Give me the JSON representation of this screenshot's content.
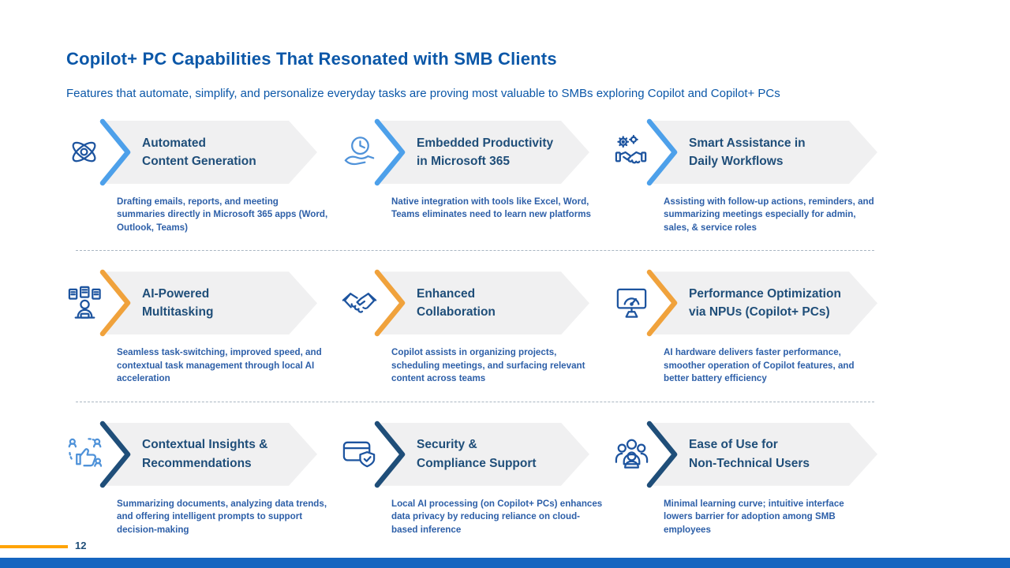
{
  "slide": {
    "title": "Copilot+ PC Capabilities That Resonated with SMB Clients",
    "subtitle": "Features that automate, simplify, and personalize everyday tasks are proving most valuable to SMBs exploring Copilot and Copilot+ PCs",
    "page_number": "12"
  },
  "theme": {
    "title_color": "#0b57a8",
    "card_title_color": "#1f4e79",
    "desc_color": "#2d5fa8",
    "banner_bg": "#f0f0f1",
    "chevron_blue": "#4da0ea",
    "chevron_orange": "#f0a23c",
    "chevron_navy": "#1f4e79",
    "icon_dark": "#1d549f",
    "icon_light": "#4f92d9",
    "footer_orange": "#ffa306",
    "footer_blue": "#1565c0",
    "page_num_color": "#1f4e79",
    "separator_color": "#a9b6c2"
  },
  "cards": [
    {
      "icon": "atom-icon",
      "title": "Automated Content Generation",
      "title_line1": "Automated",
      "title_line2": "Content Generation",
      "description": "Drafting emails, reports, and meeting summaries directly in Microsoft 365 apps (Word, Outlook, Teams)"
    },
    {
      "icon": "time-savings-hand-clock-icon",
      "title": "Embedded Productivity in Microsoft 365",
      "title_line1": "Embedded Productivity",
      "title_line2": "in Microsoft 365",
      "description": "Native integration with tools like Excel, Word, Teams eliminates need to learn new platforms"
    },
    {
      "icon": "gears-handshake-icon",
      "title": "Smart Assistance in Daily Workflows",
      "title_line1": "Smart Assistance in",
      "title_line2": "Daily Workflows",
      "description": "Assisting with follow-up actions, reminders, and summarizing meetings especially for admin, sales, & service roles"
    },
    {
      "icon": "person-multiscreen-icon",
      "title": "AI-Powered Multitasking",
      "title_line1": "AI-Powered",
      "title_line2": "Multitasking",
      "description": "Seamless task-switching, improved speed, and contextual task management through local AI acceleration"
    },
    {
      "icon": "handshake-icon",
      "title": "Enhanced Collaboration",
      "title_line1": "Enhanced",
      "title_line2": "Collaboration",
      "description": "Copilot assists in organizing projects, scheduling meetings, and surfacing relevant content across teams"
    },
    {
      "icon": "monitor-gauge-icon",
      "title": "Performance Optimization via NPUs (Copilot+ PCs)",
      "title_line1": "Performance Optimization",
      "title_line2": "via NPUs (Copilot+ PCs)",
      "description": "AI hardware delivers faster performance, smoother operation of Copilot features, and better battery efficiency"
    },
    {
      "icon": "thumbs-up-people-icon",
      "title": "Contextual Insights & Recommendations",
      "title_line1": "Contextual Insights &",
      "title_line2": "Recommendations",
      "description": "Summarizing documents, analyzing data trends, and offering intelligent prompts to support decision-making"
    },
    {
      "icon": "card-shield-check-icon",
      "title": "Security & Compliance Support",
      "title_line1": "Security &",
      "title_line2": "Compliance Support",
      "description": "Local AI processing (on Copilot+ PCs) enhances data privacy by reducing reliance on cloud-based inference"
    },
    {
      "icon": "user-group-icon",
      "title": "Ease of Use for Non-Technical Users",
      "title_line1": "Ease of Use for",
      "title_line2": "Non-Technical Users",
      "description": "Minimal learning curve; intuitive interface lowers barrier for adoption among SMB employees"
    }
  ]
}
